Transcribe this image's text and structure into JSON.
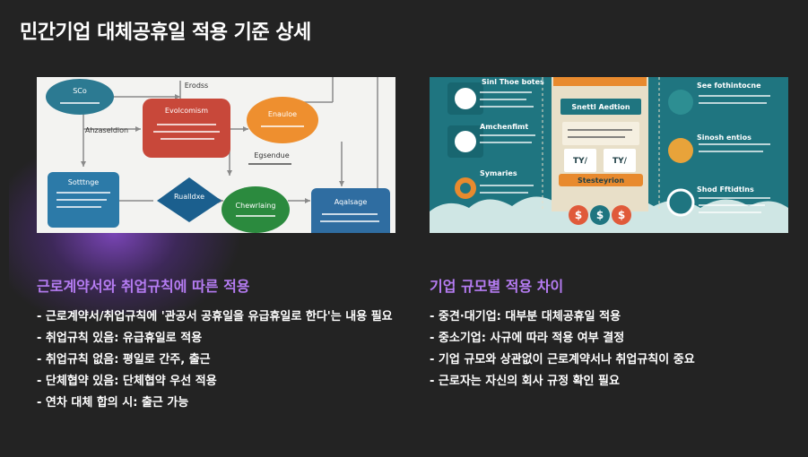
{
  "page": {
    "title": "민간기업 대체공휴일 적용 기준 상세"
  },
  "left_section": {
    "title": "근로계약서와 취업규칙에 따른 적용",
    "bullets": [
      "- 근로계약서/취업규칙에 '관공서 공휴일을 유급휴일로 한다'는 내용 필요",
      "- 취업규칙 있음: 유급휴일로 적용",
      "- 취업규칙 없음: 평일로 간주, 출근",
      "- 단체협약 있음: 단체협약 우선 적용",
      "- 연차 대체 합의 시: 출근 가능"
    ],
    "image": {
      "nodes": {
        "n1": "SCo",
        "n2": "Evolcomism",
        "n3": "Enauloe",
        "n4": "Sotttnge",
        "n5": "Rualldxe",
        "n6": "Chewrlaing",
        "n7": "Aqalsage"
      },
      "labels": {
        "top": "Erodss",
        "left": "Ahzaseldion",
        "mid": "Egsendue"
      }
    }
  },
  "right_section": {
    "title": "기업 규모별 적용 차이",
    "bullets": [
      "- 중견·대기업: 대부분 대체공휴일 적용",
      "- 중소기업: 사규에 따라 적용 여부 결정",
      "- 기업 규모와 상관없이 근로계약서나 취업규칙이 중요",
      "- 근로자는 자신의 회사 규정 확인 필요"
    ],
    "image": {
      "left_items": [
        "Sinl Thoe botes",
        "Amchenfimt",
        "Symaries"
      ],
      "center_items": [
        "Snettl Aedtion",
        "Stesteyrion"
      ],
      "center_values": [
        "TY/",
        "TY/"
      ],
      "right_items": [
        "See fothintocne",
        "Sinosh entios",
        "Shod Fftidtlns"
      ]
    }
  },
  "colors": {
    "background": "#232323",
    "accent_purple": "#b57cf2",
    "teal": "#1f7580",
    "orange": "#f0a030"
  }
}
